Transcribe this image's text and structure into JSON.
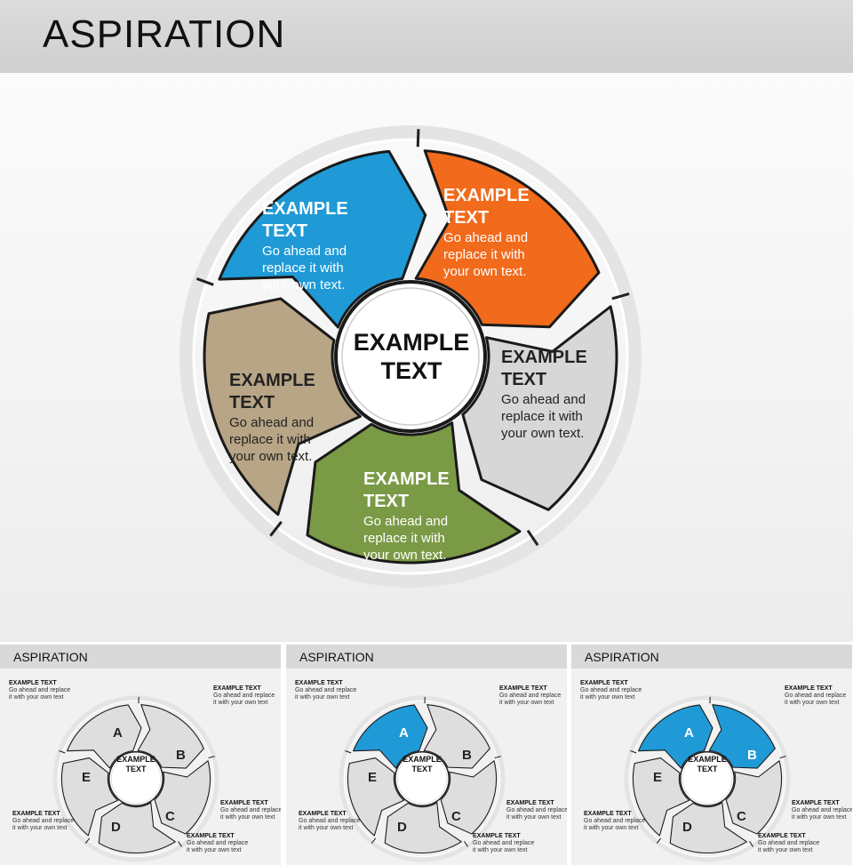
{
  "header": {
    "title": "ASPIRATION"
  },
  "diagram": {
    "center": {
      "line1": "EXAMPLE",
      "line2": "TEXT"
    },
    "segments": [
      {
        "id": "blue",
        "color": "#1f9ad6",
        "h1": "EXAMPLE",
        "h2": "TEXT",
        "body": [
          "Go ahead and",
          "replace it with",
          "your own text."
        ]
      },
      {
        "id": "orange",
        "color": "#f26a1b",
        "h1": "EXAMPLE",
        "h2": "TEXT",
        "body": [
          "Go ahead and",
          "replace it with",
          "your own text."
        ]
      },
      {
        "id": "gray",
        "color": "#d7d7d7",
        "h1": "EXAMPLE",
        "h2": "TEXT",
        "body": [
          "Go ahead and",
          "replace it with",
          "your own text."
        ]
      },
      {
        "id": "green",
        "color": "#7a9a46",
        "h1": "EXAMPLE",
        "h2": "TEXT",
        "body": [
          "Go ahead and",
          "replace it with",
          "your own text."
        ]
      },
      {
        "id": "tan",
        "color": "#b8a586",
        "h1": "EXAMPLE",
        "h2": "TEXT",
        "body": [
          "Go ahead and",
          "replace it with",
          "your own text."
        ]
      }
    ]
  },
  "thumbnails": [
    {
      "title": "ASPIRATION"
    },
    {
      "title": "ASPIRATION"
    },
    {
      "title": "ASPIRATION"
    }
  ],
  "thumb_common": {
    "center_line1": "EXAMPLE",
    "center_line2": "TEXT",
    "letters": [
      "A",
      "B",
      "C",
      "D",
      "E"
    ],
    "label_title": "EXAMPLE TEXT",
    "label_body1": "Go ahead and replace",
    "label_body2": "it with your own text"
  }
}
